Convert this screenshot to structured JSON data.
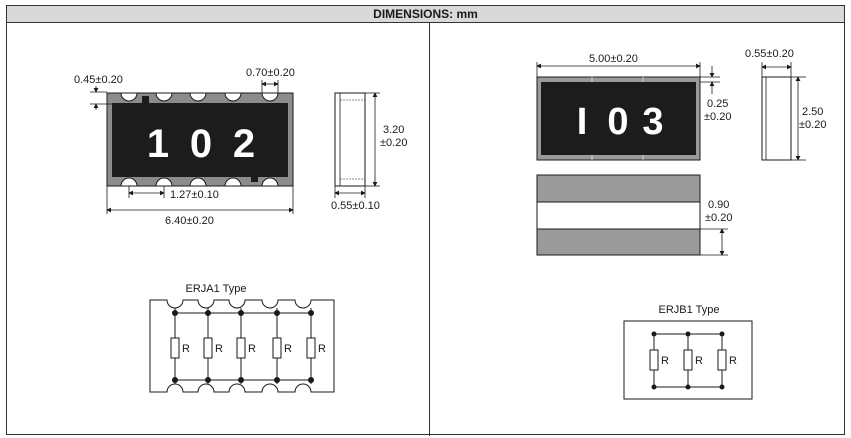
{
  "header": {
    "title": "DIMENSIONS: mm"
  },
  "left": {
    "marking": [
      "1",
      "0",
      "2"
    ],
    "dim_top_pad": "0.45±0.20",
    "dim_gap": "0.70±0.20",
    "dim_pitch": "1.27±0.10",
    "dim_length": "6.40±0.20",
    "dim_width_1": "3.20",
    "dim_width_2": "±0.20",
    "dim_thickness": "0.55±0.10",
    "schematic_title": "ERJA1 Type",
    "resistor_labels": [
      "R",
      "R",
      "R",
      "R",
      "R"
    ]
  },
  "right": {
    "marking": [
      "I",
      "0",
      "3"
    ],
    "dim_length": "5.00±0.20",
    "dim_side_width": "0.55±0.20",
    "dim_pad_1": "0.25",
    "dim_pad_2": "±0.20",
    "dim_height_1": "2.50",
    "dim_height_2": "±0.20",
    "dim_thick_1": "0.90",
    "dim_thick_2": "±0.20",
    "schematic_title": "ERJB1 Type",
    "resistor_labels": [
      "R",
      "R",
      "R"
    ]
  },
  "colors": {
    "body": "#1c1c1c",
    "header_bg": "#d9d9d9",
    "terminal_grey": "#9a9a9a"
  }
}
